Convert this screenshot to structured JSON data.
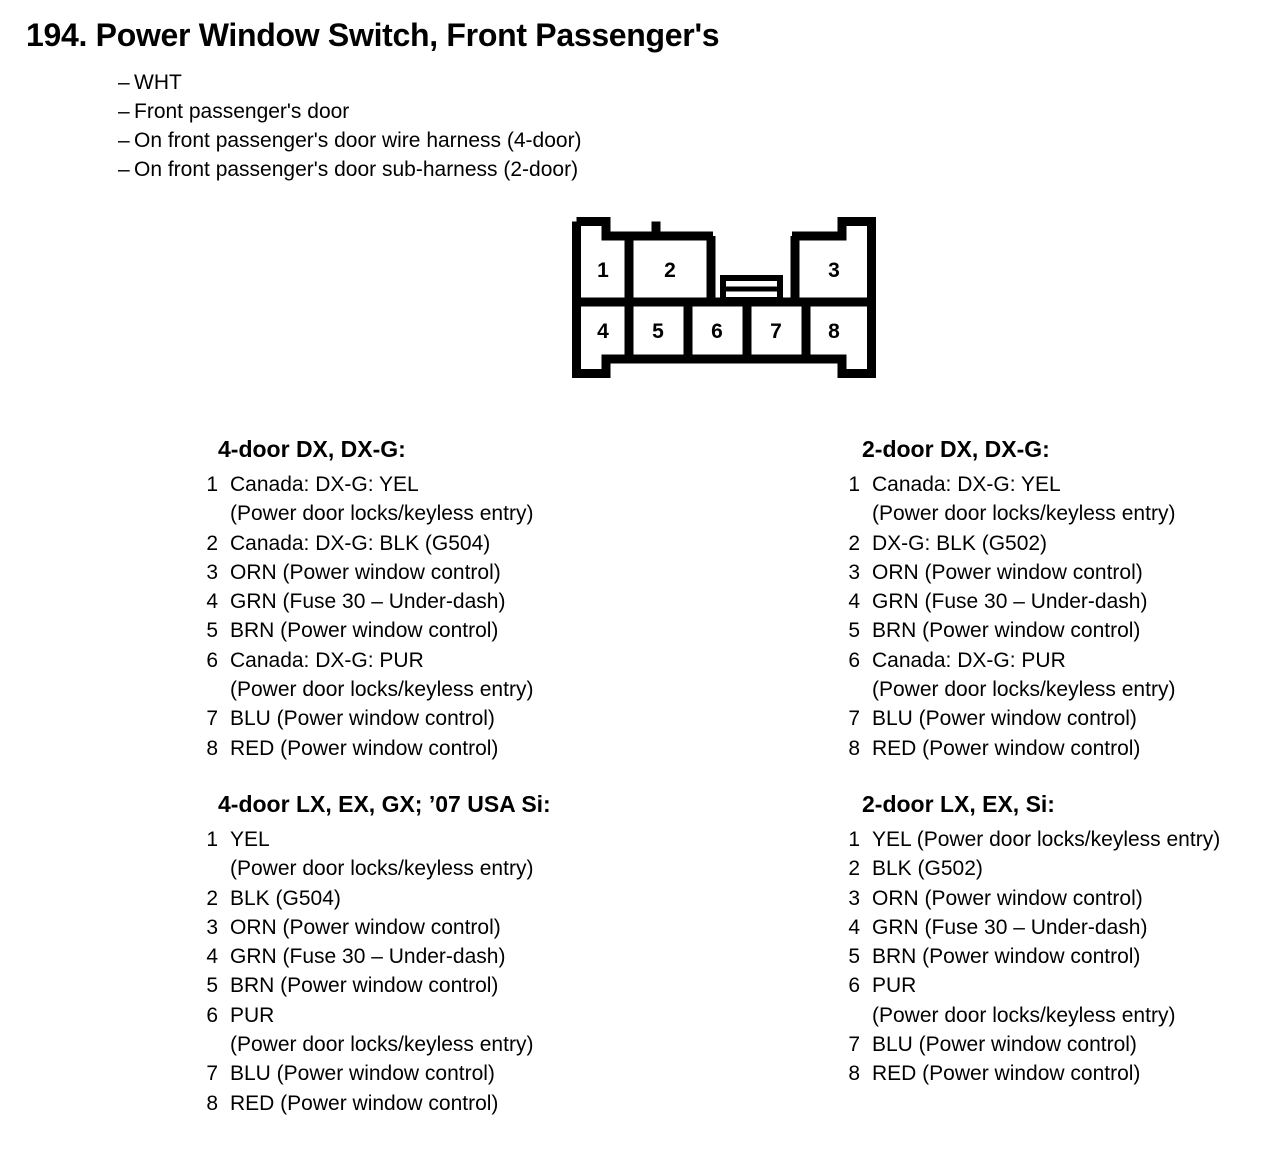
{
  "header": {
    "number": "194.",
    "title": "194. Power Window Switch, Front Passenger's",
    "details": [
      "WHT",
      "Front passenger's door",
      "On front passenger's door wire harness (4-door)",
      "On front passenger's door sub-harness (2-door)"
    ],
    "dash": "–"
  },
  "connector": {
    "name": "8-pin-connector",
    "total_pins": 8,
    "top_row_left": [
      "1",
      "2"
    ],
    "top_row_right": [
      "3"
    ],
    "bottom_row": [
      "4",
      "5",
      "6",
      "7",
      "8"
    ],
    "latch_tab": "locking-tab"
  },
  "sections": [
    {
      "id": "4door-dxg",
      "heading": "4-door DX, DX-G:",
      "pins": [
        {
          "num": "1",
          "text": "Canada: DX-G: YEL",
          "cont": "(Power door locks/keyless entry)"
        },
        {
          "num": "2",
          "text": "Canada: DX-G: BLK (G504)",
          "cont": ""
        },
        {
          "num": "3",
          "text": "ORN (Power window control)",
          "cont": ""
        },
        {
          "num": "4",
          "text": "GRN (Fuse 30 – Under-dash)",
          "cont": ""
        },
        {
          "num": "5",
          "text": "BRN (Power window control)",
          "cont": ""
        },
        {
          "num": "6",
          "text": "Canada: DX-G: PUR",
          "cont": "(Power door locks/keyless entry)"
        },
        {
          "num": "7",
          "text": "BLU (Power window control)",
          "cont": ""
        },
        {
          "num": "8",
          "text": "RED (Power window control)",
          "cont": ""
        }
      ]
    },
    {
      "id": "2door-dxg",
      "heading": "2-door DX, DX-G:",
      "pins": [
        {
          "num": "1",
          "text": "Canada: DX-G: YEL",
          "cont": "(Power door locks/keyless entry)"
        },
        {
          "num": "2",
          "text": "DX-G: BLK (G502)",
          "cont": ""
        },
        {
          "num": "3",
          "text": "ORN (Power window control)",
          "cont": ""
        },
        {
          "num": "4",
          "text": "GRN (Fuse 30 – Under-dash)",
          "cont": ""
        },
        {
          "num": "5",
          "text": "BRN (Power window control)",
          "cont": ""
        },
        {
          "num": "6",
          "text": "Canada: DX-G: PUR",
          "cont": "(Power door locks/keyless entry)"
        },
        {
          "num": "7",
          "text": "BLU (Power window control)",
          "cont": ""
        },
        {
          "num": "8",
          "text": "RED (Power window control)",
          "cont": ""
        }
      ]
    },
    {
      "id": "4door-lx",
      "heading": "4-door LX, EX, GX; ’07 USA Si:",
      "pins": [
        {
          "num": "1",
          "text": "YEL",
          "cont": "(Power door locks/keyless entry)"
        },
        {
          "num": "2",
          "text": "BLK (G504)",
          "cont": ""
        },
        {
          "num": "3",
          "text": "ORN (Power window control)",
          "cont": ""
        },
        {
          "num": "4",
          "text": "GRN (Fuse 30 – Under-dash)",
          "cont": ""
        },
        {
          "num": "5",
          "text": "BRN (Power window control)",
          "cont": ""
        },
        {
          "num": "6",
          "text": "PUR",
          "cont": "(Power door locks/keyless entry)"
        },
        {
          "num": "7",
          "text": "BLU (Power window control)",
          "cont": ""
        },
        {
          "num": "8",
          "text": "RED (Power window control)",
          "cont": ""
        }
      ]
    },
    {
      "id": "2door-lx",
      "heading": "2-door LX, EX, Si:",
      "pins": [
        {
          "num": "1",
          "text": "YEL (Power door locks/keyless entry)",
          "cont": ""
        },
        {
          "num": "2",
          "text": "BLK (G502)",
          "cont": ""
        },
        {
          "num": "3",
          "text": "ORN (Power window control)",
          "cont": ""
        },
        {
          "num": "4",
          "text": "GRN (Fuse 30 – Under-dash)",
          "cont": ""
        },
        {
          "num": "5",
          "text": "BRN (Power window control)",
          "cont": ""
        },
        {
          "num": "6",
          "text": "PUR",
          "cont": "(Power door locks/keyless entry)"
        },
        {
          "num": "7",
          "text": "BLU (Power window control)",
          "cont": ""
        },
        {
          "num": "8",
          "text": "RED (Power window control)",
          "cont": ""
        }
      ]
    }
  ],
  "colors": {
    "ink": "#000000",
    "paper": "#ffffff"
  }
}
